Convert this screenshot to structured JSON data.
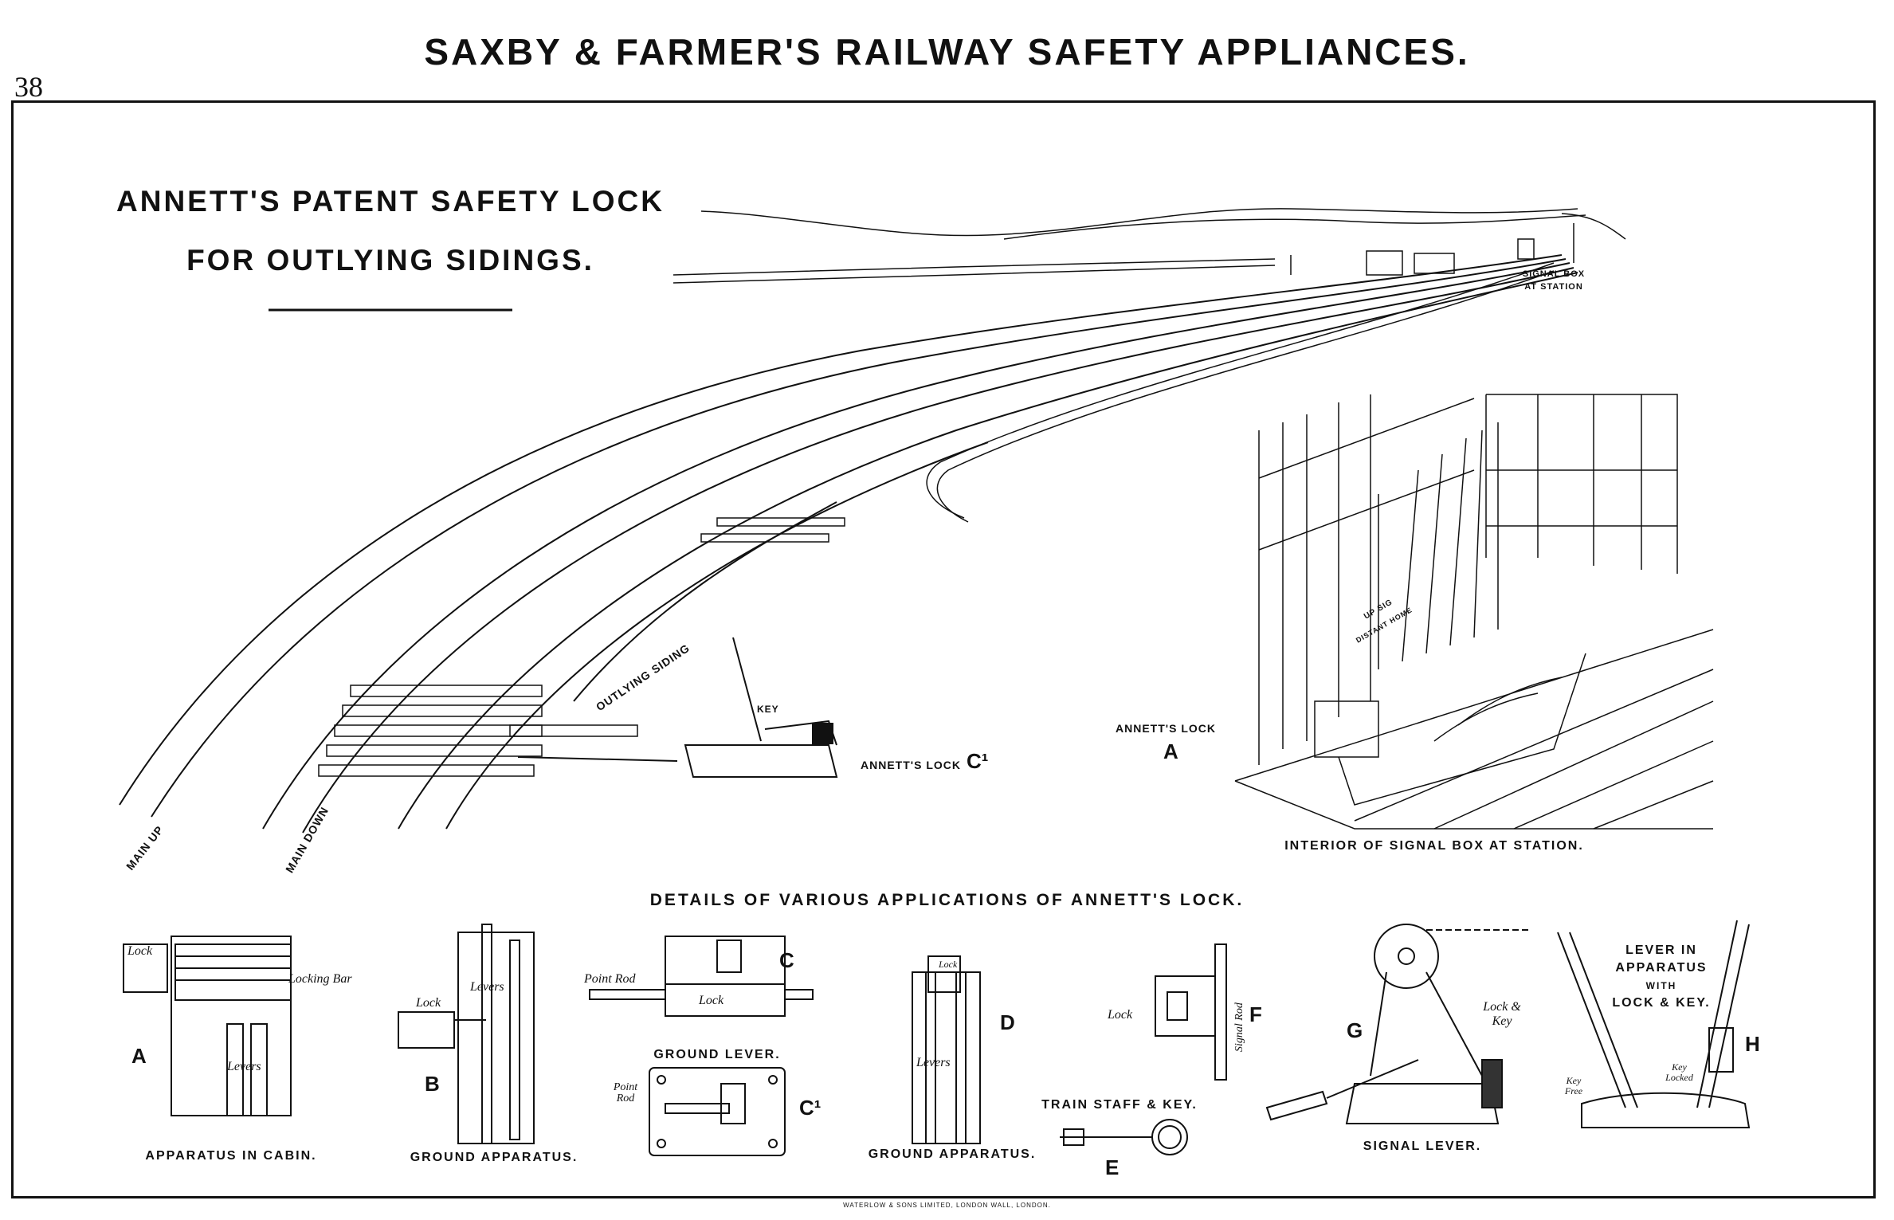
{
  "header": {
    "title": "SAXBY & FARMER'S RAILWAY SAFETY APPLIANCES.",
    "page_number": "38"
  },
  "plate": {
    "title_line1": "ANNETT'S PATENT SAFETY LOCK",
    "title_line2": "FOR OUTLYING SIDINGS.",
    "landscape_labels": {
      "signal_box_line1": "SIGNAL BOX",
      "signal_box_line2": "AT STATION",
      "main_up": "MAIN UP",
      "main_down": "MAIN DOWN",
      "outlying_siding": "OUTLYING SIDING",
      "key": "KEY",
      "annetts_lock": "ANNETT'S LOCK",
      "lock_letter": "C¹"
    },
    "interior": {
      "annetts_lock": "ANNETT'S LOCK",
      "letter": "A",
      "up_sig": "UP SIG",
      "distant_home": "DISTANT HOME",
      "caption": "INTERIOR OF SIGNAL BOX AT STATION."
    },
    "details_heading": "DETAILS OF VARIOUS APPLICATIONS OF ANNETT'S LOCK."
  },
  "details": {
    "a": {
      "letter": "A",
      "lock": "Lock",
      "locking_bar": "Locking Bar",
      "levers": "Levers",
      "caption": "APPARATUS IN CABIN."
    },
    "b": {
      "letter": "B",
      "lock": "Lock",
      "levers": "Levers",
      "caption": "GROUND APPARATUS."
    },
    "c": {
      "letter": "C",
      "point_rod": "Point Rod",
      "lock": "Lock",
      "caption": "GROUND LEVER."
    },
    "c1": {
      "letter": "C¹",
      "point_rod": "Point Rod"
    },
    "d": {
      "letter": "D",
      "lock": "Lock",
      "levers": "Levers",
      "caption": "GROUND APPARATUS."
    },
    "e": {
      "letter": "E",
      "caption": "TRAIN STAFF & KEY."
    },
    "f": {
      "letter": "F",
      "lock": "Lock",
      "signal_rod": "Signal Rod"
    },
    "g": {
      "letter": "G",
      "lock_key": "Lock & Key",
      "caption": "SIGNAL LEVER."
    },
    "h": {
      "letter": "H",
      "caption_line1": "LEVER IN",
      "caption_line2": "APPARATUS",
      "caption_line3": "WITH",
      "caption_line4": "LOCK & KEY.",
      "key_free": "Key Free",
      "key_locked": "Key Locked"
    }
  },
  "footer": {
    "printer": "WATERLOW & SONS LIMITED, LONDON WALL, LONDON."
  }
}
